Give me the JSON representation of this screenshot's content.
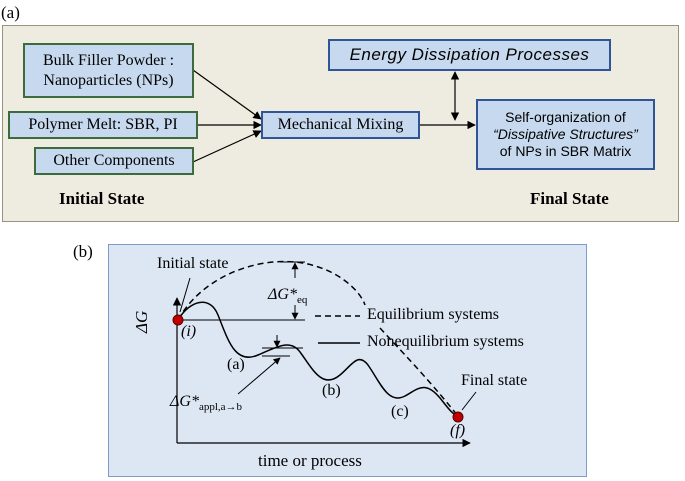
{
  "panel_a": {
    "label": "(a)",
    "bulk_filler": {
      "line1": "Bulk Filler Powder :",
      "line2": "Nanoparticles (NPs)"
    },
    "polymer_melt": "Polymer Melt: SBR, PI",
    "other_components": "Other Components",
    "mechanical_mixing": "Mechanical Mixing",
    "energy_dissipation": "Energy Dissipation Processes",
    "self_org": {
      "line1": "Self-organization of",
      "line2": "“Dissipative Structures”",
      "line3": "of NPs in SBR Matrix"
    },
    "initial_state": "Initial State",
    "final_state": "Final State"
  },
  "panel_b": {
    "label": "(b)",
    "initial_state": "Initial state",
    "final_state": "Final state",
    "y_axis": "ΔG",
    "x_axis": "time or process",
    "dg_eq": {
      "main": "ΔG*",
      "sub": "eq"
    },
    "dg_appl": {
      "main": "ΔG*",
      "sub": "appl,a→b"
    },
    "legend_equilibrium": "Equilibrium systems",
    "legend_nonequilibrium": "Nonequilibrium systems",
    "point_i": "(i)",
    "point_a": "(a)",
    "point_b": "(b)",
    "point_c": "(c)",
    "point_f": "(f)"
  },
  "colors": {
    "panel_a_bg": "#eeebe0",
    "panel_b_bg": "#dde7f4",
    "box_fill": "#c7d9ee",
    "state_dot": "#c00000"
  }
}
